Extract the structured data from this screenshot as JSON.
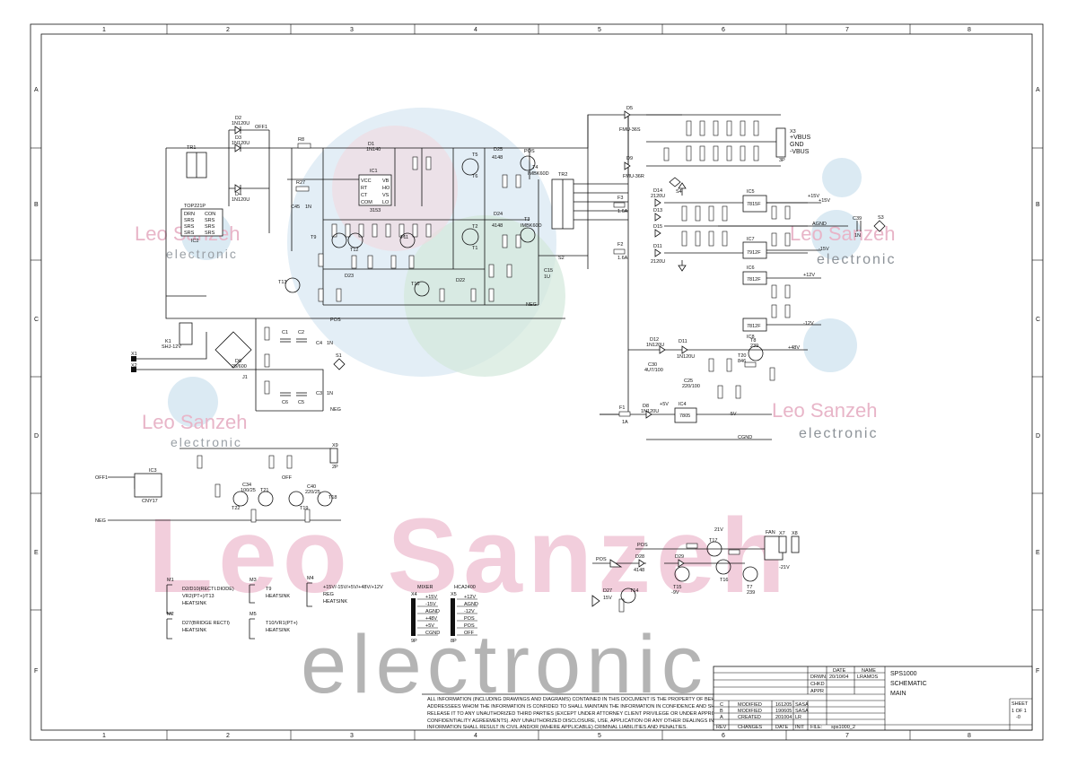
{
  "frame": {
    "columns": [
      "1",
      "2",
      "3",
      "4",
      "5",
      "6",
      "7",
      "8"
    ],
    "rows": [
      "A",
      "B",
      "C",
      "D",
      "E",
      "F"
    ]
  },
  "watermark": {
    "top_line_a": "Leo Sanzeh",
    "top_line_b": "electronic",
    "big_line_a": "Leo Sanzeh",
    "big_line_b": "electronic"
  },
  "labels": {
    "tr1": "TR1",
    "top221p": "TOP221P",
    "ic2": "IC2",
    "ic1": "IC1",
    "ic1_part": "3153",
    "d2": "D2",
    "d2_part": "1N120U",
    "off1": "OFF1",
    "d3": "D3",
    "d3_part": "1N120U",
    "d4": "D4",
    "d4_part": "1N120U",
    "d1": "D1",
    "d1_part": "1N140",
    "r8": "R8",
    "r27": "R27",
    "c45": "C45",
    "c45_val": "1N",
    "ic1_pins": [
      "VCC",
      "RT",
      "CT",
      "COM",
      "VB",
      "HO",
      "VS",
      "LO"
    ],
    "ic2_pins": [
      "DRN",
      "SRS",
      "SRS",
      "SRS",
      "CON",
      "SRS",
      "SRS",
      "SRS"
    ],
    "d25": "D25",
    "d25_part": "4148",
    "pos": "POS",
    "t4": "T4",
    "t4_part": "IMBK60D",
    "t3": "T3",
    "t3_part": "IMBK60D",
    "d24": "D24",
    "d24_part": "4148",
    "tr2": "TR2",
    "t5": "T5",
    "t2": "T2",
    "t1": "T1",
    "t6": "T6",
    "t9": "T9",
    "t12": "T12",
    "t10": "T10",
    "t11": "T11",
    "t13": "T13",
    "d23": "D23",
    "d22": "D22",
    "c15": "C15",
    "c15_val": "1U",
    "s2": "S2",
    "neg": "NEG",
    "d5": "D5",
    "d5_part": "FMU-36S",
    "d9": "D9",
    "d9_part": "FMU-36R",
    "x3": "X3",
    "vbus_pos": "+VBUS",
    "gnd": "GND",
    "vbus_neg": "-VBUS",
    "x3_pins": "3P",
    "s4": "S4",
    "f3": "F3",
    "f3_val": "1.6A",
    "f2": "F2",
    "f2_val": "1.6A",
    "d14": "D14",
    "d13": "D13",
    "d15": "D15",
    "d11": "D11",
    "diode_part": "2120U",
    "ic5": "IC5",
    "ic5_part": "7815F",
    "ic7": "IC7",
    "ic7_part": "7912F",
    "ic6": "IC6",
    "ic6_part": "7812F",
    "ic8": "IC8",
    "ic8_part": "7812F",
    "p15v": "+15V",
    "m15v": "-15V",
    "p12v": "+12V",
    "m12v": "-12V",
    "agnd": "AGND",
    "p48v": "+48V",
    "p5v": "+5V",
    "m5v": "-5V",
    "c39": "C39",
    "c39_val": "1N",
    "s3": "S3",
    "d12": "D12",
    "d12_part": "1N120U",
    "d11b": "D11",
    "d11b_part": "1N120U",
    "c30": "C30",
    "c30_val": "4U7/100",
    "c25": "C25",
    "c25_val": "220/100",
    "t8": "T8",
    "t8_part": "239",
    "t20": "T20",
    "t20_part": "846",
    "f1": "F1",
    "f1_val": "1A",
    "d8": "D8",
    "d8_part": "1N120U",
    "ic4": "IC4",
    "ic4_part": "7805",
    "cgnd": "CGND",
    "k1": "K1",
    "k1_part": "SHJ-12V",
    "d6": "D6",
    "d6_part": "25/600",
    "j1": "J1",
    "x1": "X1",
    "x2": "X2",
    "s1": "S1",
    "c1": "C1",
    "c2": "C2",
    "c3": "C3",
    "c3_val": "1N",
    "c4": "C4",
    "c4_val": "1N",
    "c5": "C5",
    "c6": "C6",
    "x9": "X9",
    "x9_pins": "2P",
    "off": "OFF",
    "ic3": "IC3",
    "ic3_part": "CNY17",
    "off1b": "OFF1",
    "neg_b": "NEG",
    "c34": "C34",
    "c34_val": "100/25",
    "c40": "C40",
    "c40_val": "220/25",
    "t18": "T18",
    "t21": "T21",
    "t22": "T22",
    "t19": "T19",
    "t16": "T16",
    "t17": "T17",
    "t14": "T14",
    "t15": "T15",
    "t7": "T7",
    "t7_part": "239",
    "d27": "D27",
    "d27_part": "15V",
    "d29": "D29",
    "d28": "D28",
    "d28_part": "4148",
    "x7": "X7",
    "x8": "X8",
    "fan": "FAN",
    "pos_b": "POS",
    "m21v": "-21V",
    "v21": "21V",
    "v9": "-9V",
    "m1": "M1",
    "m1_a": "D2/D10(RECTI.DIODE)",
    "m1_b": "VR2(PT+)/T13",
    "m1_c": "HEATSINK",
    "m2": "M2",
    "m2_a": "D27(BRIDGE RECTI)",
    "m2_b": "HEATSINK",
    "m3": "M3",
    "m3_a": "T9",
    "m3_b": "HEATSINK",
    "m5": "M5",
    "m5_a": "T10/VR1(PT+)",
    "m5_b": "HEATSINK",
    "m4": "M4",
    "m4_a": "+15V/-15V/+5V/+48V/+12V",
    "m4_b": "REG",
    "m4_c": "HEATSINK",
    "mixer": "MIXER",
    "hca2400": "HCA2400",
    "x4": "X4",
    "x5": "X5",
    "mixer_pins": [
      "+15V",
      "-15V",
      "AGND",
      "+48V",
      "+5V",
      "CGND"
    ],
    "hca_pins": [
      "+12V",
      "AGND",
      "-12V",
      "POS",
      "POS",
      "OFF"
    ],
    "x4_pins": "9P",
    "x5_pins": "8P"
  },
  "title_block": {
    "date_hdr": "DATE",
    "name_hdr": "NAME",
    "drwn": "DRWN.",
    "drwn_date": "20/10/04",
    "drwn_name": "LRAMOS",
    "chkd": "CHKD",
    "appr": "APPR",
    "title_1": "SPS1000",
    "title_2": "SCHEMATIC",
    "title_3": "MAIN",
    "rev_rows": [
      {
        "rev": "C",
        "change": "MODIFIED",
        "date": "161205",
        "name": "SASA"
      },
      {
        "rev": "B",
        "change": "MODIFIED",
        "date": "190605",
        "name": "SASA"
      },
      {
        "rev": "A",
        "change": "CREATED",
        "date": "201004",
        "name": "LR"
      }
    ],
    "rev_hdr": "REV",
    "changes_hdr": "CHANGES",
    "date_col": "DATE",
    "init_hdr": "INIT",
    "file_label": "FILE:",
    "file_name": "sps1000_2",
    "sheet_label": "SHEET",
    "sheet_value": "1 OF 1",
    "sheet_rev": "-0"
  },
  "disclaimer": [
    "ALL INFORMATION (INCLUDING DRAWINGS AND DIAGRAMS) CONTAINED IN THIS DOCUMENT IS THE PROPERTY OF BEHRINGER.",
    "ADDRESSEES WHOM THE INFORMATION IS CONFIDED TO SHALL MAINTAIN THE INFORMATION IN CONFIDENCE AND SHALL NOT",
    "RELEASE IT TO ANY UNAUTHORIZED THIRD PARTIES (EXCEPT UNDER ATTORNEY CLIENT PRIVILEGE OR UNDER APPROPRIATE",
    "CONFIDENTIALITY AGREEMENTS). ANY UNAUTHORIZED DISCLOSURE, USE, APPLICATION OR ANY OTHER DEALINGS IN THE",
    "INFORMATION SHALL RESULT IN CIVIL AND/OR (WHERE APPLICABLE) CRIMINAL LIABILITIES AND PENALTIES."
  ]
}
